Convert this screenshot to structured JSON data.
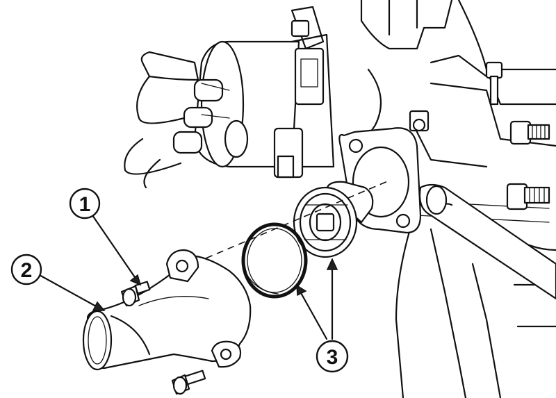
{
  "callouts": [
    {
      "id": "1",
      "label": "1"
    },
    {
      "id": "2",
      "label": "2"
    },
    {
      "id": "3",
      "label": "3"
    }
  ],
  "colors": {
    "ink": "#111111",
    "background": "#ffffff"
  }
}
